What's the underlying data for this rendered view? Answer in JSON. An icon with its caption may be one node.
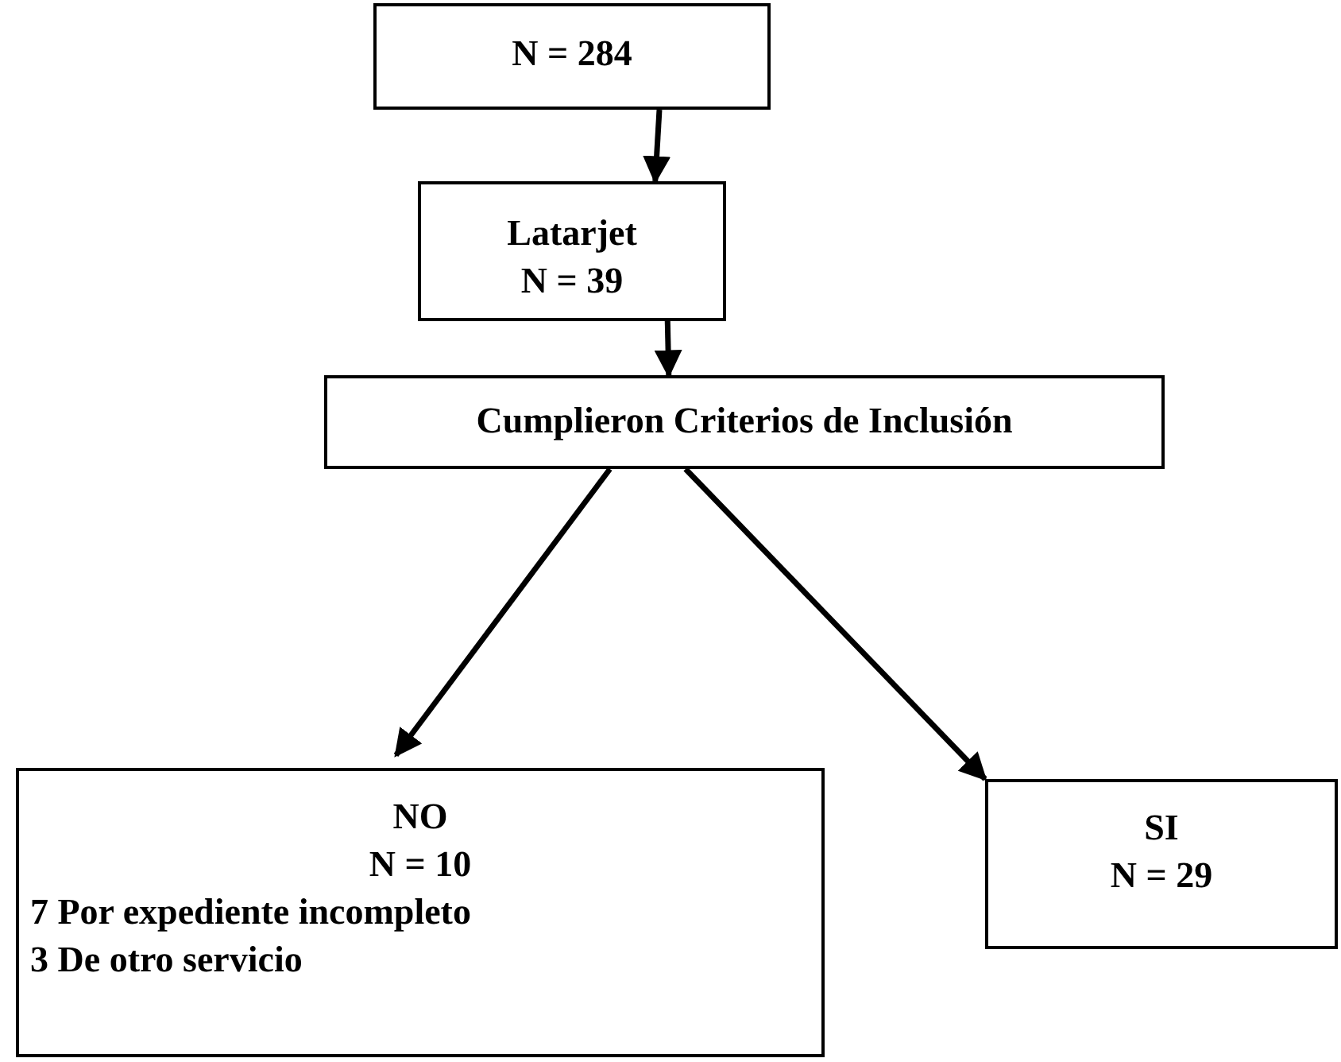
{
  "diagram": {
    "nodes": [
      {
        "text": [
          "N = 284"
        ]
      },
      {
        "text": [
          "Latarjet",
          "N = 39"
        ]
      },
      {
        "text": [
          "Cumplieron Criterios de Inclusión"
        ]
      },
      {
        "text": [
          "NO",
          "N = 10",
          "7 Por expediente incompleto",
          "3 De otro servicio"
        ]
      },
      {
        "text": [
          "SI",
          "N = 29"
        ]
      }
    ],
    "edges": [
      {
        "from": 0,
        "to": 1,
        "arrow": "to"
      },
      {
        "from": 1,
        "to": 2,
        "arrow": "to"
      },
      {
        "from": 2,
        "to": 3,
        "arrow": "to"
      },
      {
        "from": 2,
        "to": 4,
        "arrow": "to"
      }
    ]
  }
}
